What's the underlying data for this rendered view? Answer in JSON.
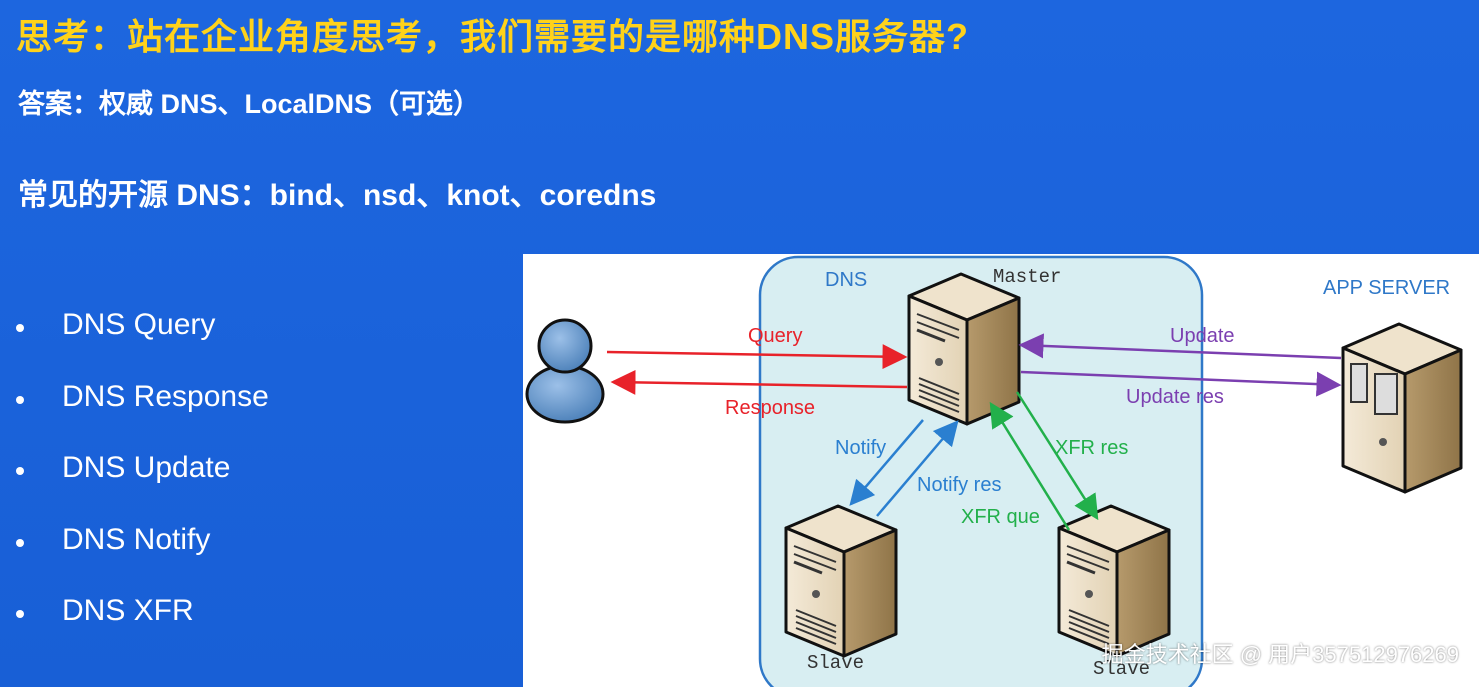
{
  "slide": {
    "title": "思考：站在企业角度思考，我们需要的是哪种DNS服务器?",
    "answer": "答案：权威 DNS、LocalDNS（可选）",
    "common_open_source": "常见的开源 DNS：bind、nsd、knot、coredns",
    "bullets": [
      "DNS Query",
      "DNS Response",
      "DNS Update",
      "DNS Notify",
      "DNS XFR"
    ]
  },
  "diagram": {
    "dns_group_label": "DNS",
    "master_label": "Master",
    "app_server_label": "APP  SERVER",
    "slave_left_label": "Slave",
    "slave_right_label": "Slave",
    "arrows": {
      "query": "Query",
      "response": "Response",
      "update": "Update",
      "update_res": "Update res",
      "notify": "Notify",
      "notify_res": "Notify res",
      "xfr_res": "XFR res",
      "xfr_que": "XFR que"
    },
    "colors": {
      "query_response": "#e8222a",
      "update": "#7b3fb0",
      "notify": "#2a7fd0",
      "xfr": "#22b04b",
      "group_fill": "#d8eef2",
      "group_stroke": "#2f78c8"
    }
  },
  "watermark": "掘金技术社区 @ 用户357512976269"
}
